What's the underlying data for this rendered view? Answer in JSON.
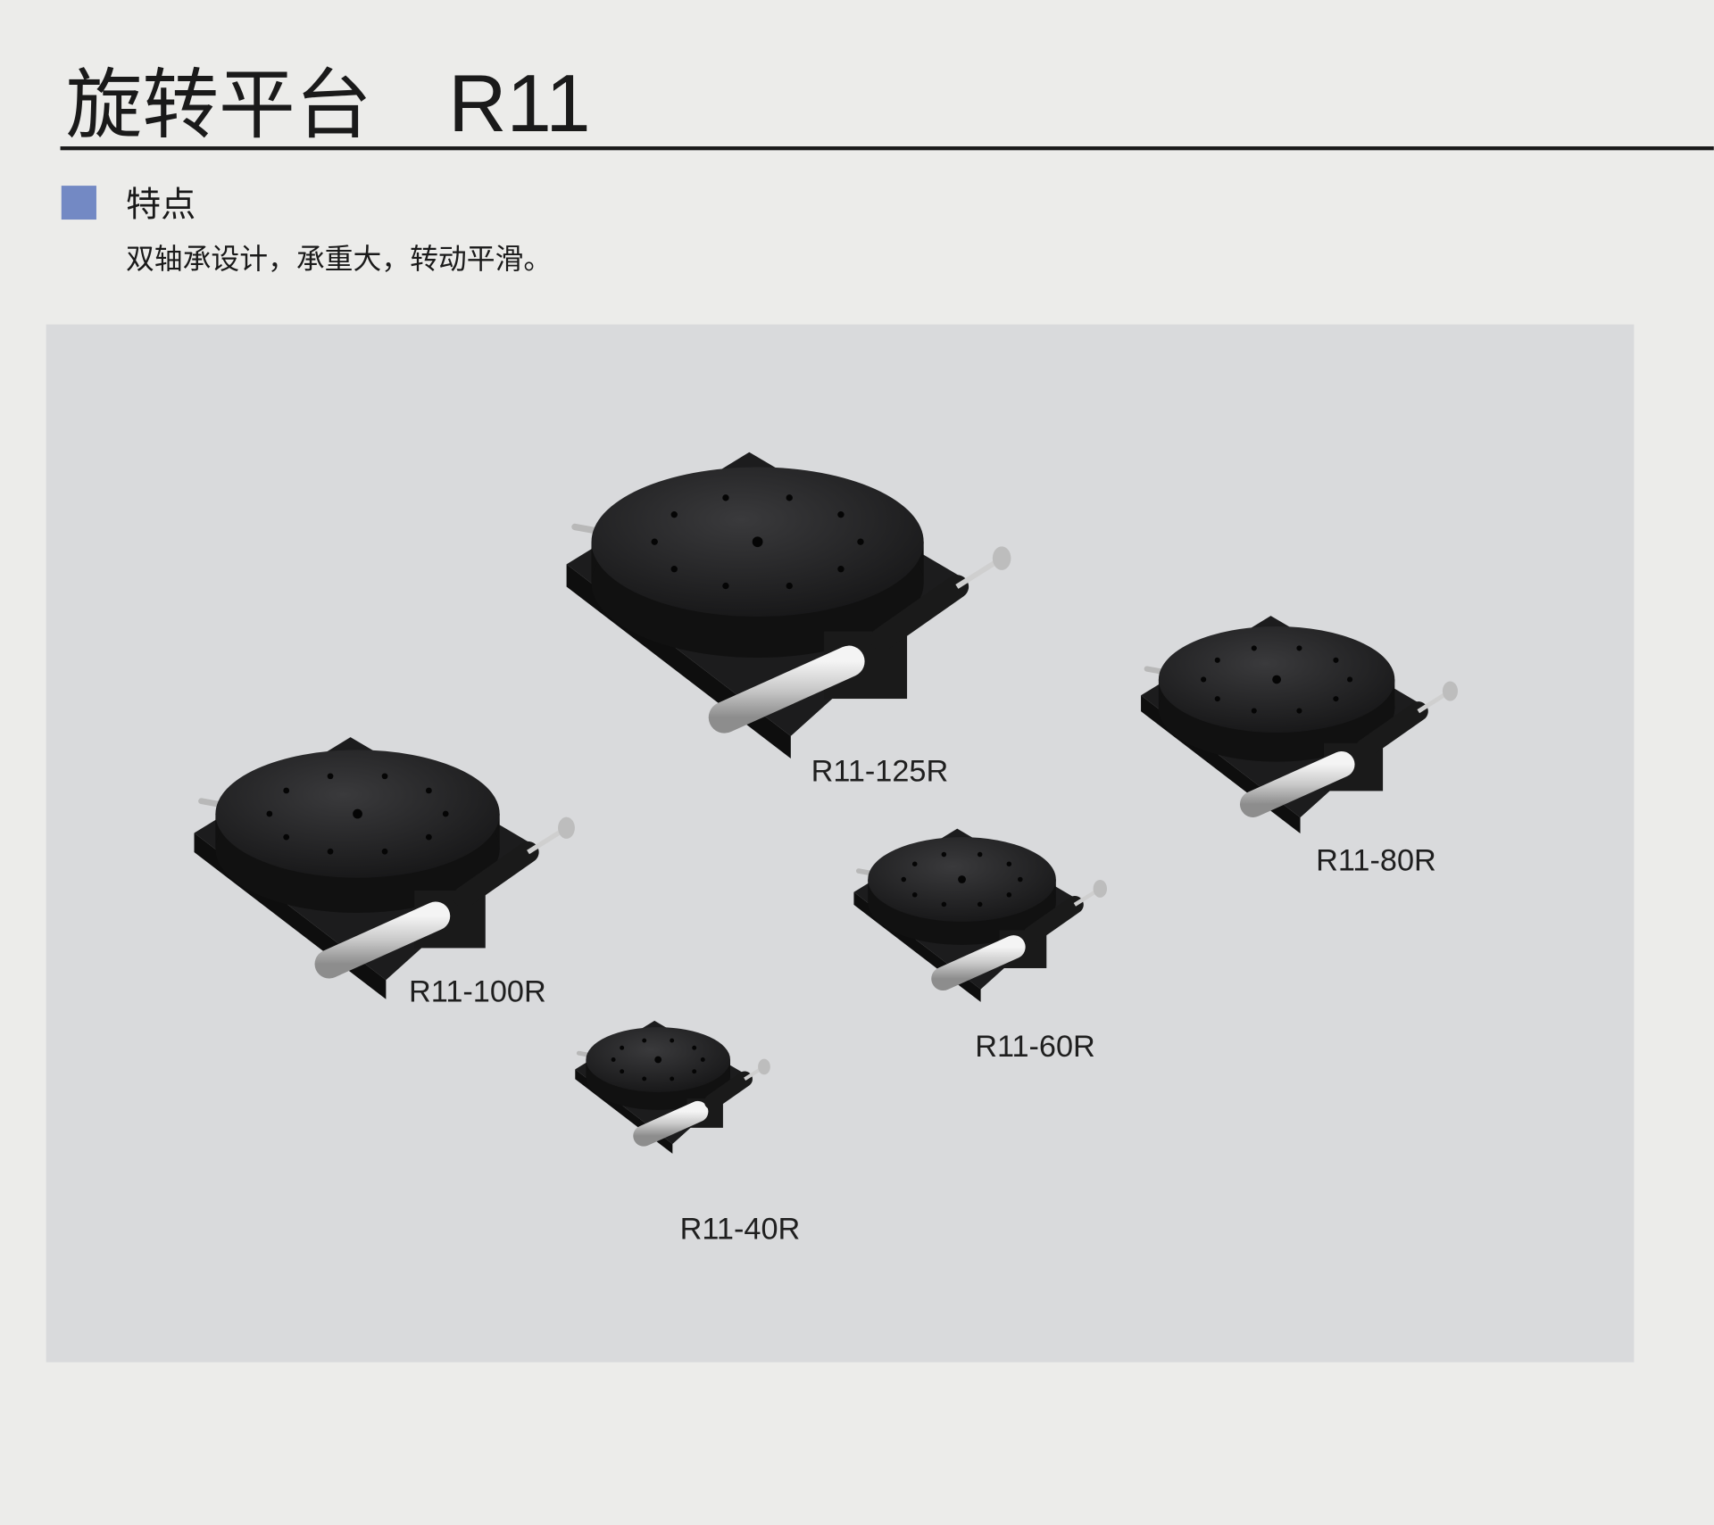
{
  "header": {
    "title_cn": "旋转平台",
    "title_model": "R11"
  },
  "features": {
    "heading": "特点",
    "description": "双轴承设计，承重大，转动平滑。"
  },
  "colors": {
    "accent_square": "#7389c4",
    "panel": "#d9dadc",
    "rule": "#1a1a1a"
  },
  "products": [
    {
      "model": "R11-125R"
    },
    {
      "model": "R11-80R"
    },
    {
      "model": "R11-100R"
    },
    {
      "model": "R11-60R"
    },
    {
      "model": "R11-40R"
    }
  ]
}
